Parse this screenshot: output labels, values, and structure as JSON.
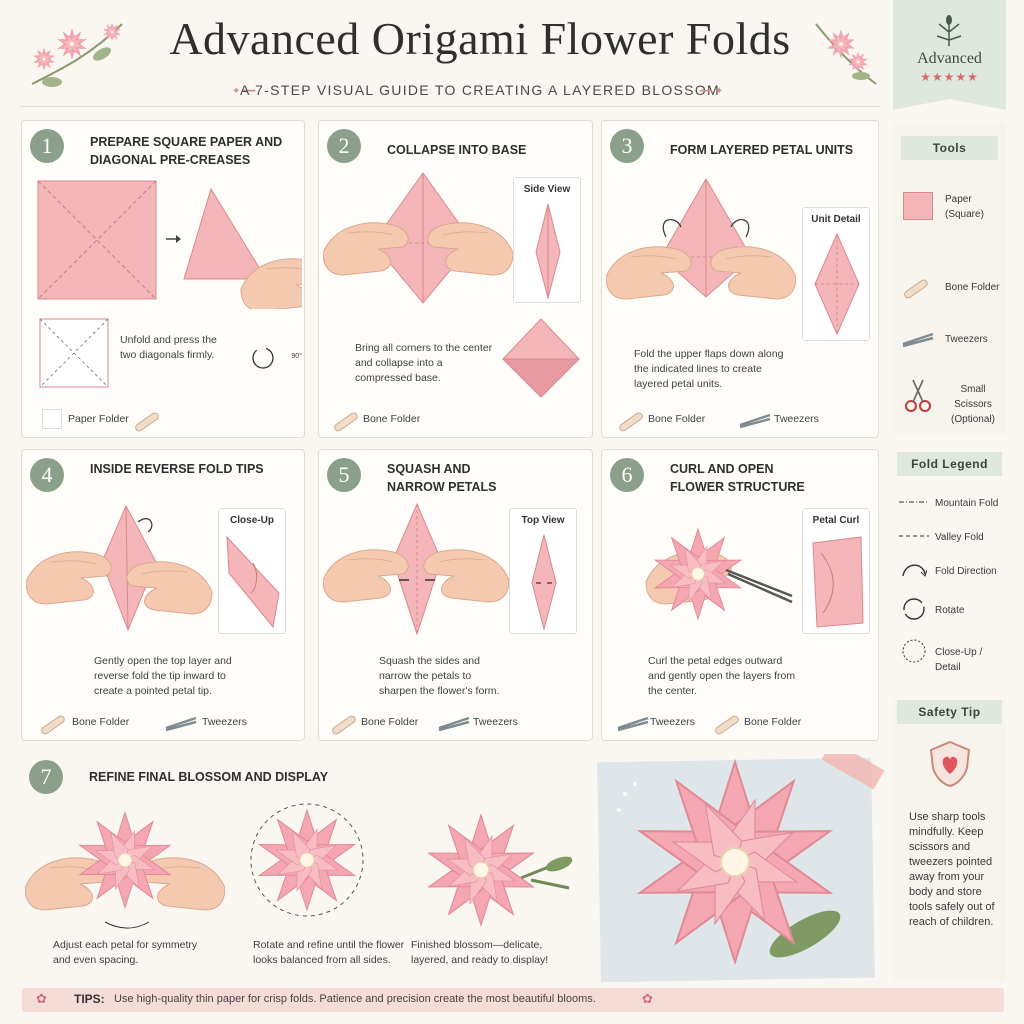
{
  "header": {
    "title": "Advanced Origami Flower Folds",
    "subtitle": "A 7-Step Visual Guide to Creating a Layered Blossom",
    "level": "Advanced",
    "stars": "★★★★★"
  },
  "steps": [
    {
      "num": "1",
      "title": "Prepare Square Paper and Diagonal Pre-Creases",
      "desc": "Unfold and press the two diagonals firmly.",
      "rotate_label": "90°",
      "tools": [
        "Paper Folder"
      ]
    },
    {
      "num": "2",
      "title": "Collapse Into Base",
      "inset": "Side View",
      "desc": "Bring all corners to the center and collapse into a compressed base.",
      "tools": [
        "Bone Folder"
      ]
    },
    {
      "num": "3",
      "title": "Form Layered Petal Units",
      "inset": "Unit Detail",
      "desc": "Fold the upper flaps down along the indicated lines to create layered petal units.",
      "tools": [
        "Bone Folder",
        "Tweezers"
      ]
    },
    {
      "num": "4",
      "title": "Inside Reverse Fold Tips",
      "inset": "Close-Up",
      "desc": "Gently open the top layer and reverse fold the tip inward to create a pointed petal tip.",
      "tools": [
        "Bone Folder",
        "Tweezers"
      ]
    },
    {
      "num": "5",
      "title": "Squash and Narrow Petals",
      "inset": "Top View",
      "desc": "Squash the sides and narrow the petals to sharpen the flower's form.",
      "tools": [
        "Bone Folder",
        "Tweezers"
      ]
    },
    {
      "num": "6",
      "title": "Curl and Open Flower Structure",
      "inset": "Petal Curl",
      "desc": "Curl the petal edges outward and gently open the layers from the center.",
      "tools": [
        "Tweezers",
        "Bone Folder"
      ]
    },
    {
      "num": "7",
      "title": "Refine Final Blossom and Display",
      "captions": [
        "Adjust each petal for symmetry and even spacing.",
        "Rotate and refine until the flower looks balanced from all sides.",
        "Finished blossom—delicate, layered, and ready to display!"
      ]
    }
  ],
  "sidebar": {
    "tools_header": "Tools",
    "tools": [
      "Paper (Square)",
      "Bone Folder",
      "Tweezers",
      "Small Scissors (Optional)"
    ],
    "legend_header": "Fold Legend",
    "legend": [
      "Mountain Fold",
      "Valley Fold",
      "Fold Direction",
      "Rotate",
      "Close-Up / Detail"
    ],
    "safety_header": "Safety Tip",
    "safety_text": "Use sharp tools mindfully. Keep scissors and tweezers pointed away from your body and store tools safely out of reach of children."
  },
  "tips": {
    "label": "TIPS:",
    "text": "Use high-quality thin paper for crisp folds. Patience and precision create the most beautiful blooms."
  },
  "colors": {
    "pink": "#f2aeb2",
    "pink_dark": "#e38b93",
    "sage": "#8aa08a",
    "sage_light": "#dfe8df",
    "skin": "#f4c9b0"
  }
}
